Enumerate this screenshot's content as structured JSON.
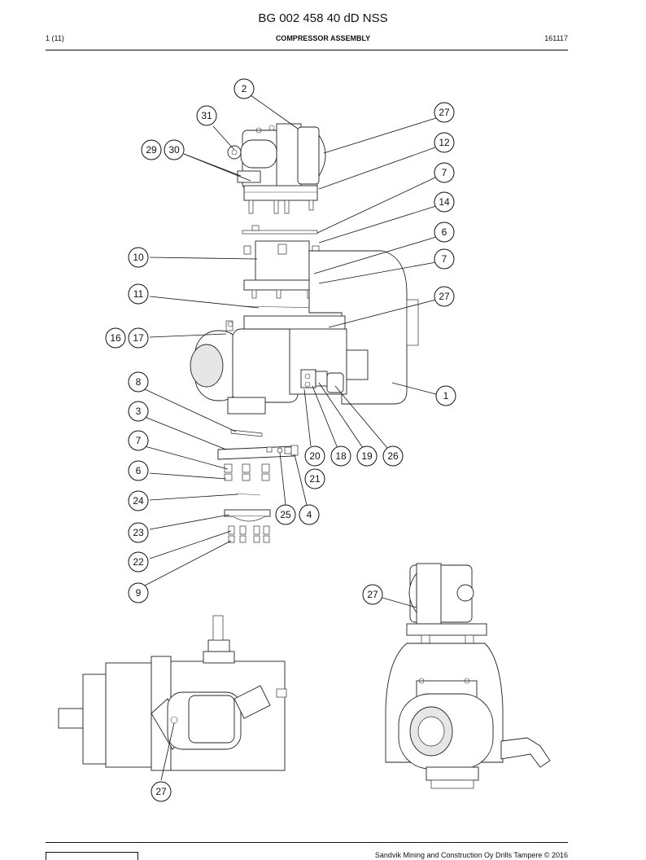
{
  "header": {
    "title": "BG 002 458 40 dD NSS",
    "page": "1 (11)",
    "section": "COMPRESSOR ASSEMBLY",
    "date_code": "161117"
  },
  "footer": {
    "text": "Sandvik Mining and Construction Oy Drills Tampere © 2016"
  },
  "callouts": [
    {
      "id": "c-2",
      "label": "2"
    },
    {
      "id": "c-31",
      "label": "31"
    },
    {
      "id": "c-27a",
      "label": "27"
    },
    {
      "id": "c-29",
      "label": "29"
    },
    {
      "id": "c-30",
      "label": "30"
    },
    {
      "id": "c-12",
      "label": "12"
    },
    {
      "id": "c-7a",
      "label": "7"
    },
    {
      "id": "c-14",
      "label": "14"
    },
    {
      "id": "c-6a",
      "label": "6"
    },
    {
      "id": "c-10",
      "label": "10"
    },
    {
      "id": "c-7b",
      "label": "7"
    },
    {
      "id": "c-11",
      "label": "11"
    },
    {
      "id": "c-27b",
      "label": "27"
    },
    {
      "id": "c-16",
      "label": "16"
    },
    {
      "id": "c-17",
      "label": "17"
    },
    {
      "id": "c-8",
      "label": "8"
    },
    {
      "id": "c-1",
      "label": "1"
    },
    {
      "id": "c-3",
      "label": "3"
    },
    {
      "id": "c-20",
      "label": "20"
    },
    {
      "id": "c-18",
      "label": "18"
    },
    {
      "id": "c-19",
      "label": "19"
    },
    {
      "id": "c-26",
      "label": "26"
    },
    {
      "id": "c-7c",
      "label": "7"
    },
    {
      "id": "c-21",
      "label": "21"
    },
    {
      "id": "c-6b",
      "label": "6"
    },
    {
      "id": "c-24",
      "label": "24"
    },
    {
      "id": "c-25",
      "label": "25"
    },
    {
      "id": "c-4",
      "label": "4"
    },
    {
      "id": "c-23",
      "label": "23"
    },
    {
      "id": "c-22",
      "label": "22"
    },
    {
      "id": "c-9",
      "label": "9"
    },
    {
      "id": "c-27c",
      "label": "27"
    },
    {
      "id": "c-27d",
      "label": "27"
    }
  ]
}
